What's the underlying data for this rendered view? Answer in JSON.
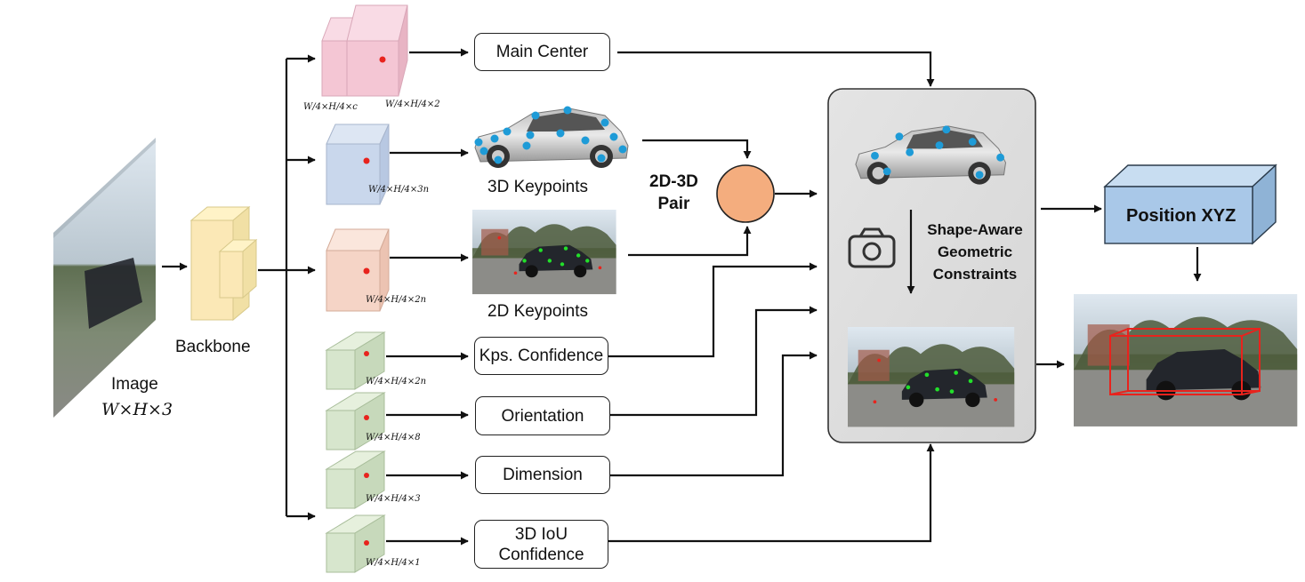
{
  "input": {
    "label": "Image",
    "size": "W×H×3"
  },
  "backbone": {
    "label": "Backbone"
  },
  "heads": [
    {
      "id": "main-center",
      "label": "Main Center",
      "dims": [
        "W/4×H/4×c",
        "W/4×H/4×2"
      ],
      "color": "#f4c6d4"
    },
    {
      "id": "3d-keypoints",
      "label": "3D Keypoints",
      "dims": [
        "W/4×H/4×3n"
      ],
      "color": "#c9d7ec"
    },
    {
      "id": "2d-keypoints",
      "label": "2D Keypoints",
      "dims": [
        "W/4×H/4×2n"
      ],
      "color": "#f5d4c6"
    },
    {
      "id": "kps-confidence",
      "label": "Kps. Confidence",
      "dims": [
        "W/4×H/4×2n"
      ],
      "color": "#d7e6cd"
    },
    {
      "id": "orientation",
      "label": "Orientation",
      "dims": [
        "W/4×H/4×8"
      ],
      "color": "#d7e6cd"
    },
    {
      "id": "dimension",
      "label": "Dimension",
      "dims": [
        "W/4×H/4×3"
      ],
      "color": "#d7e6cd"
    },
    {
      "id": "3d-iou",
      "label": "3D IoU\nConfidence",
      "dims": [
        "W/4×H/4×1"
      ],
      "color": "#d7e6cd"
    }
  ],
  "pair": {
    "line1": "2D-3D",
    "line2": "Pair",
    "color": "#f4ad7e"
  },
  "constraints": {
    "line1": "Shape-Aware",
    "line2": "Geometric",
    "line3": "Constraints"
  },
  "output": {
    "label": "Position XYZ",
    "color": "#a9c8e8"
  },
  "icons": [
    "camera-icon",
    "car-3d-model",
    "car-photo"
  ]
}
